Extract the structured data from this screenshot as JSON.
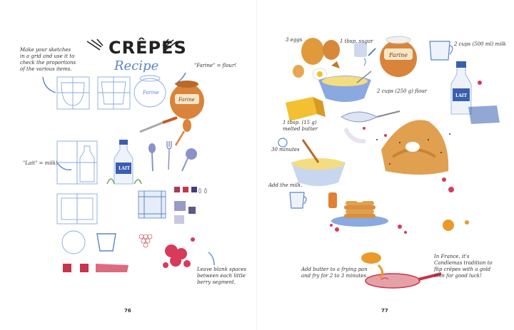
{
  "left_page": {
    "title": "CRÊPES",
    "subtitle": "Recipe",
    "note_sketches": "Make your sketches in a grid and use it to check the proportions of the various items.",
    "note_farine": "\"Farine\" = flour!",
    "note_lait": "\"Lait\" = milk!",
    "note_berries": "Leave blank spaces between each little berry segment.",
    "jar_label": "Farine",
    "milk_label": "LAIT",
    "page_number": "76"
  },
  "right_page": {
    "label_eggs": "3 eggs",
    "label_sugar": "1 tbsp. sugar",
    "label_milk": "2 cups (500 ml) milk",
    "label_flour": "2 cups (250 g) flour",
    "label_butter": "1 tbsp. (15 g) melted butter",
    "label_time": "30 minutes",
    "label_add_milk": "Add the milk.",
    "note_pan": "Add butter to a frying pan and fry for 2 to 3 minutes.",
    "note_candlemas": "In France, it's Candlemas tradition to flip crêpes with a gold coin for good luck!",
    "jar_label": "Farine",
    "milk_label": "LAIT",
    "page_number": "77"
  }
}
